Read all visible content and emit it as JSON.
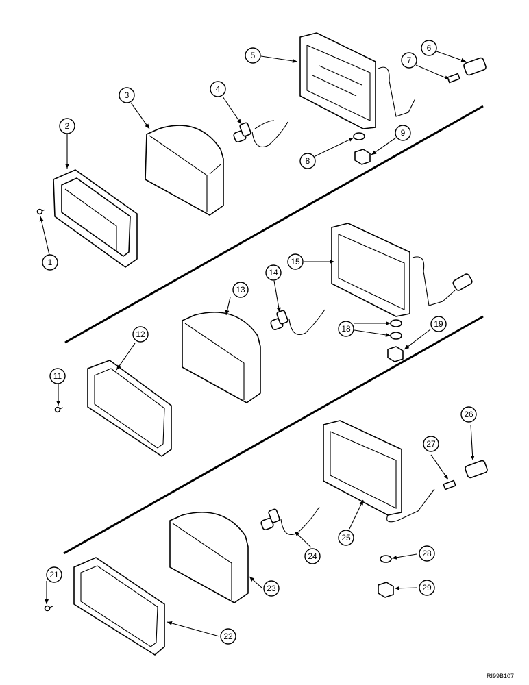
{
  "figure_code": "RI99B107",
  "callouts": [
    "1",
    "2",
    "3",
    "4",
    "5",
    "6",
    "7",
    "8",
    "9",
    "11",
    "12",
    "13",
    "14",
    "15",
    "18",
    "19",
    "21",
    "22",
    "23",
    "24",
    "25",
    "26",
    "27",
    "28",
    "29"
  ]
}
